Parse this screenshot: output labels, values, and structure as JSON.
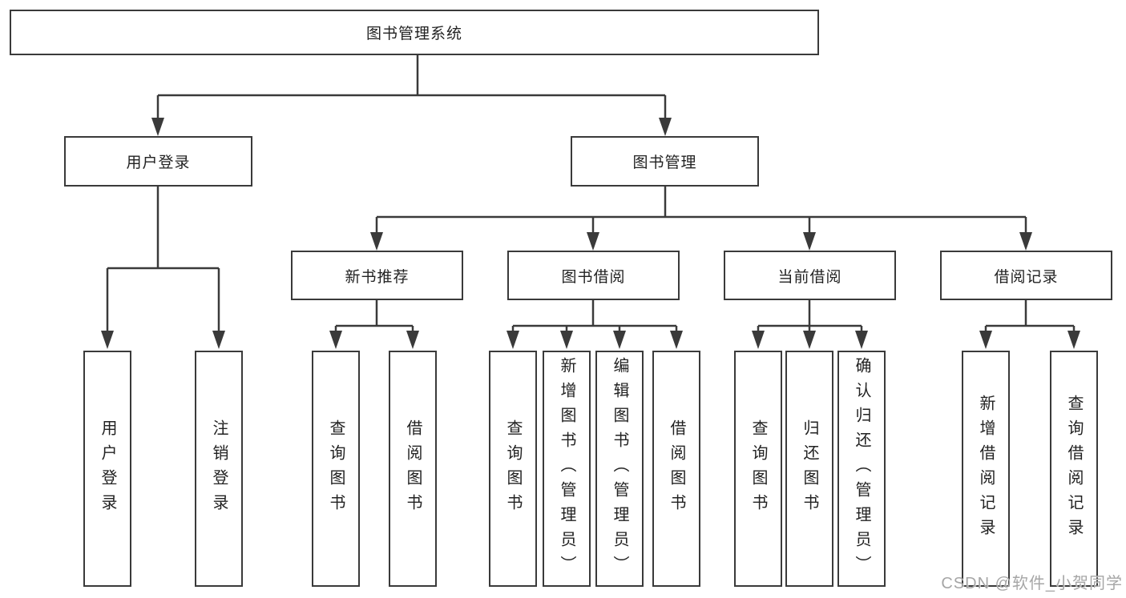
{
  "diagram": {
    "root": "图书管理系统",
    "level2": {
      "user_login": "用户登录",
      "book_management": "图书管理"
    },
    "level3": {
      "new_book_recommend": "新书推荐",
      "book_borrowing": "图书借阅",
      "current_borrowing": "当前借阅",
      "borrowing_records": "借阅记录"
    },
    "groups": {
      "user_login": [
        "用户登录",
        "注销登录"
      ],
      "new_book": [
        "查询图书",
        "借阅图书"
      ],
      "borrowing": [
        "查询图书",
        "新增图书（管理员）",
        "编辑图书（管理员）",
        "借阅图书"
      ],
      "current": [
        "查询图书",
        "归还图书",
        "确认归还（管理员）"
      ],
      "records": [
        "新增借阅记录",
        "查询借阅记录"
      ]
    }
  },
  "watermark": "CSDN @软件_小贺同学",
  "colors": {
    "line": "#3a3a3a",
    "box_border": "#3a3a3a",
    "text": "#222222",
    "watermark": "#a6a6a6",
    "background": "#ffffff"
  }
}
